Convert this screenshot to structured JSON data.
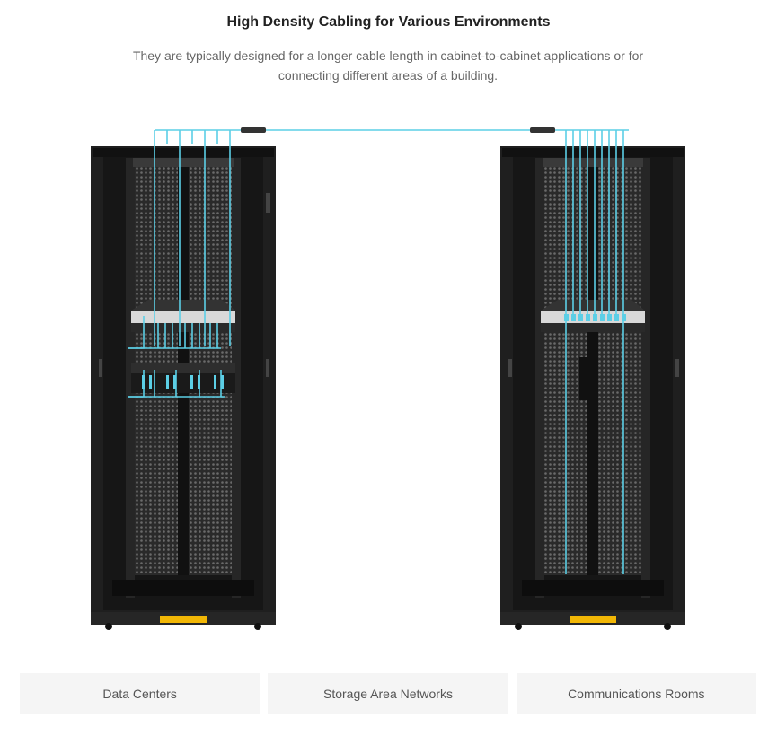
{
  "header": {
    "title": "High Density Cabling for Various Environments",
    "subtitle": "They are typically designed for a longer cable length in cabinet-to-cabinet applications or for connecting different areas of a building."
  },
  "tabs": [
    {
      "label": "Data Centers"
    },
    {
      "label": "Storage Area Networks"
    },
    {
      "label": "Communications Rooms"
    }
  ],
  "colors": {
    "cable": "#5ccfe6",
    "cabinet": "#1f1f1f",
    "warning_label": "#f2b705"
  }
}
